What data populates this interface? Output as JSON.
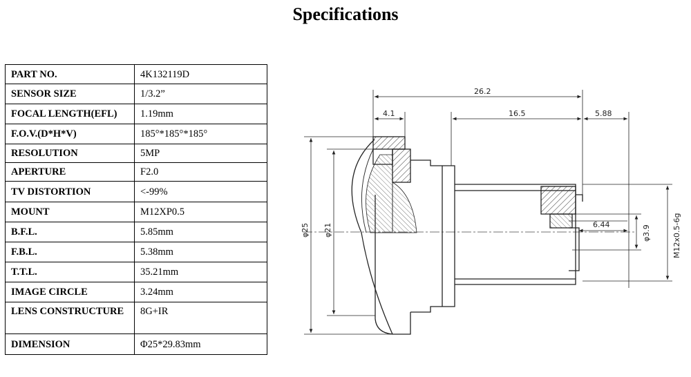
{
  "title": "Specifications",
  "specs": [
    {
      "key": "PART NO.",
      "value": "4K132119D"
    },
    {
      "key": "SENSOR SIZE",
      "value": "1/3.2”"
    },
    {
      "key": "FOCAL LENGTH(EFL)",
      "value": "1.19mm"
    },
    {
      "key": "F.O.V.(D*H*V)",
      "value": "185°*185°*185°"
    },
    {
      "key": "RESOLUTION",
      "value": "5MP"
    },
    {
      "key": "APERTURE",
      "value": "F2.0"
    },
    {
      "key": "TV DISTORTION",
      "value": "<-99%"
    },
    {
      "key": "MOUNT",
      "value": "M12XP0.5"
    },
    {
      "key": "B.F.L.",
      "value": "5.85mm"
    },
    {
      "key": "F.B.L.",
      "value": "5.38mm"
    },
    {
      "key": "T.T.L.",
      "value": "35.21mm"
    },
    {
      "key": "IMAGE CIRCLE",
      "value": "3.24mm"
    },
    {
      "key": "LENS CONSTRUCTURE",
      "value": "8G+IR"
    },
    {
      "key": "DIMENSION",
      "value": "Φ25*29.83mm"
    }
  ],
  "drawing": {
    "dim_total": "26.2",
    "dim_front": "4.1",
    "dim_mid": "16.5",
    "dim_back": "5.88",
    "dim_inner": "6.44",
    "dim_dia25": "φ25",
    "dim_dia21": "φ21",
    "dim_dia39": "φ3.9",
    "dim_thread": "M12x0.5-6g"
  }
}
